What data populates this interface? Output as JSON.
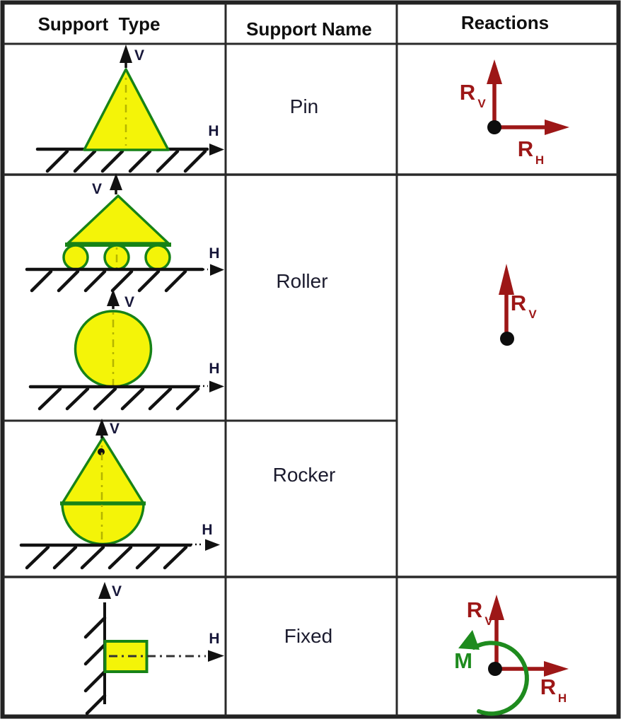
{
  "table": {
    "headers": {
      "support_type": "Support  Type",
      "support_name": "Support Name",
      "reactions": "Reactions"
    }
  },
  "supports": {
    "names": [
      "Pin",
      "Roller",
      "Rocker",
      "Fixed"
    ]
  },
  "axis": {
    "v": "V",
    "h": "H"
  },
  "reaction_labels": {
    "r": "R",
    "sub_v": "V",
    "sub_h": "H",
    "moment": "M"
  },
  "colors": {
    "support_fill": "#f4f408",
    "support_outline": "#178317",
    "reaction_arrow": "#9d1717",
    "moment_arrow": "#1e8b1e",
    "diagram_black": "#111111",
    "axis_label_text": "#17173a",
    "centerline": "#b5b500"
  }
}
